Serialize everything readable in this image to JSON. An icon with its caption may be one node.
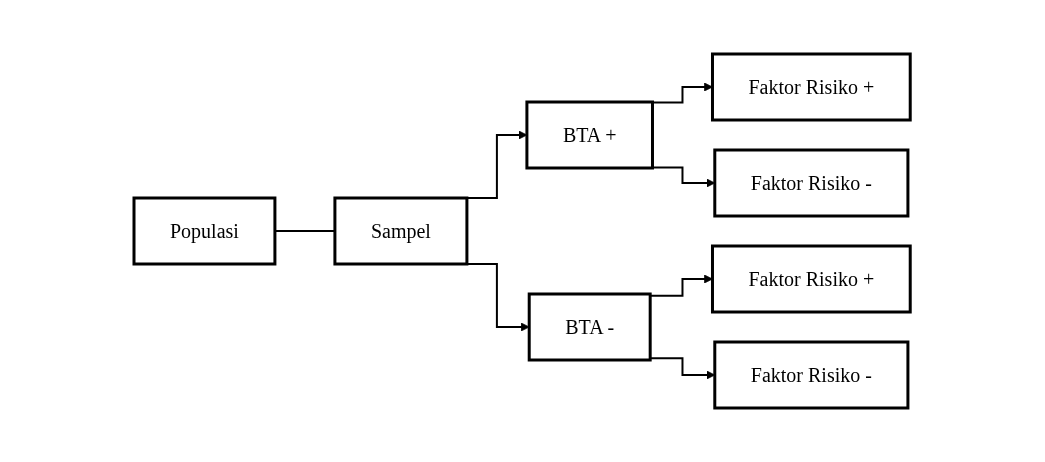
{
  "diagram": {
    "nodes": [
      {
        "text": [
          "Populasi"
        ]
      },
      {
        "text": [
          "Sampel"
        ]
      },
      {
        "text": [
          "BTA +"
        ]
      },
      {
        "text": [
          "BTA -"
        ]
      },
      {
        "text": [
          "Faktor Risiko +"
        ]
      },
      {
        "text": [
          "Faktor Risiko -"
        ]
      },
      {
        "text": [
          "Faktor Risiko +"
        ]
      },
      {
        "text": [
          "Faktor Risiko -"
        ]
      }
    ],
    "edges": [
      {
        "from": 0,
        "to": 1,
        "arrow": "none"
      },
      {
        "from": 1,
        "to": 2,
        "arrow": "to"
      },
      {
        "from": 1,
        "to": 3,
        "arrow": "to"
      },
      {
        "from": 2,
        "to": 4,
        "arrow": "to"
      },
      {
        "from": 2,
        "to": 5,
        "arrow": "to"
      },
      {
        "from": 3,
        "to": 6,
        "arrow": "to"
      },
      {
        "from": 3,
        "to": 7,
        "arrow": "to"
      }
    ]
  }
}
